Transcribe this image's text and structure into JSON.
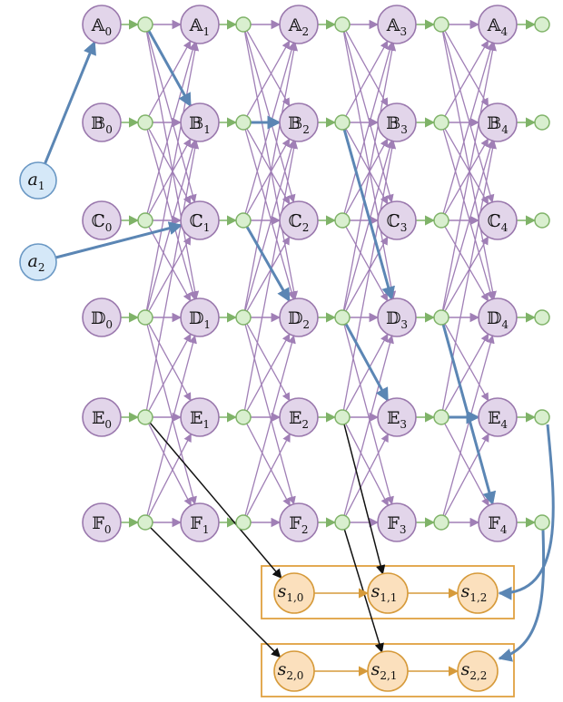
{
  "nodes": {
    "rows": [
      {
        "letter": "𝔸",
        "labels": [
          "𝔸0",
          "𝔸1",
          "𝔸2",
          "𝔸3",
          "𝔸4"
        ]
      },
      {
        "letter": "𝔹",
        "labels": [
          "𝔹0",
          "𝔹1",
          "𝔹2",
          "𝔹3",
          "𝔹4"
        ]
      },
      {
        "letter": "ℂ",
        "labels": [
          "ℂ0",
          "ℂ1",
          "ℂ2",
          "ℂ3",
          "ℂ4"
        ]
      },
      {
        "letter": "𝔻",
        "labels": [
          "𝔻0",
          "𝔻1",
          "𝔻2",
          "𝔻3",
          "𝔻4"
        ]
      },
      {
        "letter": "𝔼",
        "labels": [
          "𝔼0",
          "𝔼1",
          "𝔼2",
          "𝔼3",
          "𝔼4"
        ]
      },
      {
        "letter": "𝔽",
        "labels": [
          "𝔽0",
          "𝔽1",
          "𝔽2",
          "𝔽3",
          "𝔽4"
        ]
      }
    ],
    "inputs": [
      {
        "main": "a",
        "sub": "1"
      },
      {
        "main": "a",
        "sub": "2"
      }
    ],
    "outputs": [
      [
        {
          "main": "s",
          "sub": "1,0"
        },
        {
          "main": "s",
          "sub": "1,1"
        },
        {
          "main": "s",
          "sub": "1,2"
        }
      ],
      [
        {
          "main": "s",
          "sub": "2,0"
        },
        {
          "main": "s",
          "sub": "2,1"
        },
        {
          "main": "s",
          "sub": "2,2"
        }
      ]
    ]
  },
  "colors": {
    "purple_edge": "#a07fb6",
    "green_edge": "#7fb368",
    "blue_edge": "#5b86b4",
    "black_edge": "#111111",
    "orange_edge": "#d69a3a"
  }
}
